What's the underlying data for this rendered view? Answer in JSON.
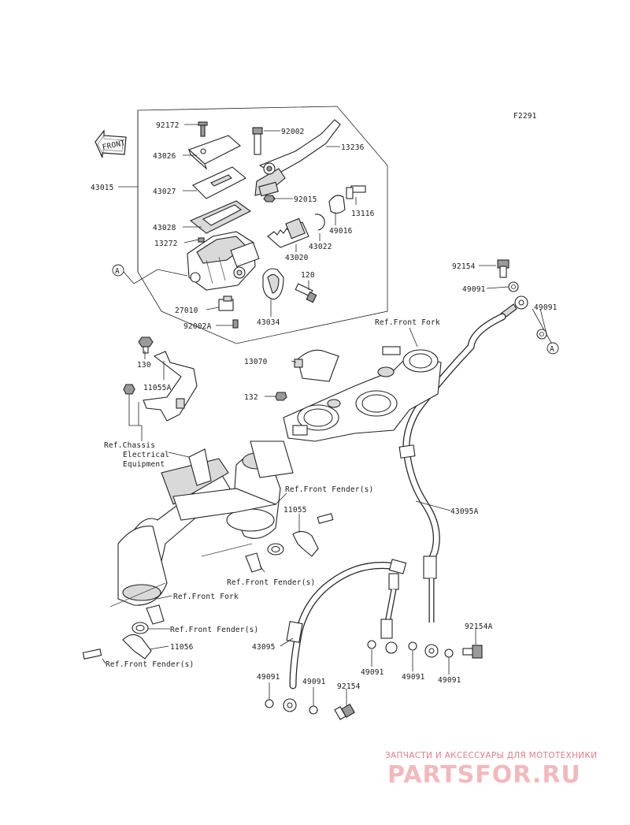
{
  "diagram_code": "F2291",
  "arrow_label": "FRONT",
  "labels": {
    "l_92172": "92172",
    "l_92002": "92002",
    "l_43026": "43026",
    "l_13236": "13236",
    "l_43015": "43015",
    "l_43027": "43027",
    "l_92015": "92015",
    "l_13116": "13116",
    "l_43028": "43028",
    "l_49016": "49016",
    "l_13272": "13272",
    "l_43022": "43022",
    "l_43020": "43020",
    "l_92154_top": "92154",
    "l_a_left": "A",
    "l_120": "120",
    "l_49091_a": "49091",
    "l_49091_b": "49091",
    "l_27010": "27010",
    "l_92002a": "92002A",
    "l_43034": "43034",
    "l_a_right": "A",
    "l_ref_fork_top": "Ref.Front Fork",
    "l_130": "130",
    "l_13070": "13070",
    "l_11055a": "11055A",
    "l_132": "132",
    "l_ref_chassis_1": "Ref.Chassis",
    "l_ref_chassis_2": "Electrical",
    "l_ref_chassis_3": "Equipment",
    "l_ref_fender_1": "Ref.Front Fender(s)",
    "l_43095a": "43095A",
    "l_11055": "11055",
    "l_ref_fender_2": "Ref.Front Fender(s)",
    "l_ref_fork_bottom": "Ref.Front Fork",
    "l_ref_fender_3": "Ref.Front Fender(s)",
    "l_92154a": "92154A",
    "l_11056": "11056",
    "l_43095": "43095",
    "l_ref_fender_4": "Ref.Front Fender(s)",
    "l_49091_c": "49091",
    "l_49091_d": "49091",
    "l_49091_e": "49091",
    "l_49091_f": "49091",
    "l_49091_g": "49091",
    "l_92154_bottom": "92154"
  },
  "watermark": {
    "tagline": "ЗАПЧАСТИ И АКСЕССУАРЫ ДЛЯ МОТОТЕХНИКИ",
    "logo": "PARTSFOR.RU"
  },
  "colors": {
    "line": "#222222",
    "watermark_text": "#e07f86",
    "watermark_logo": "#f2b9bc"
  }
}
